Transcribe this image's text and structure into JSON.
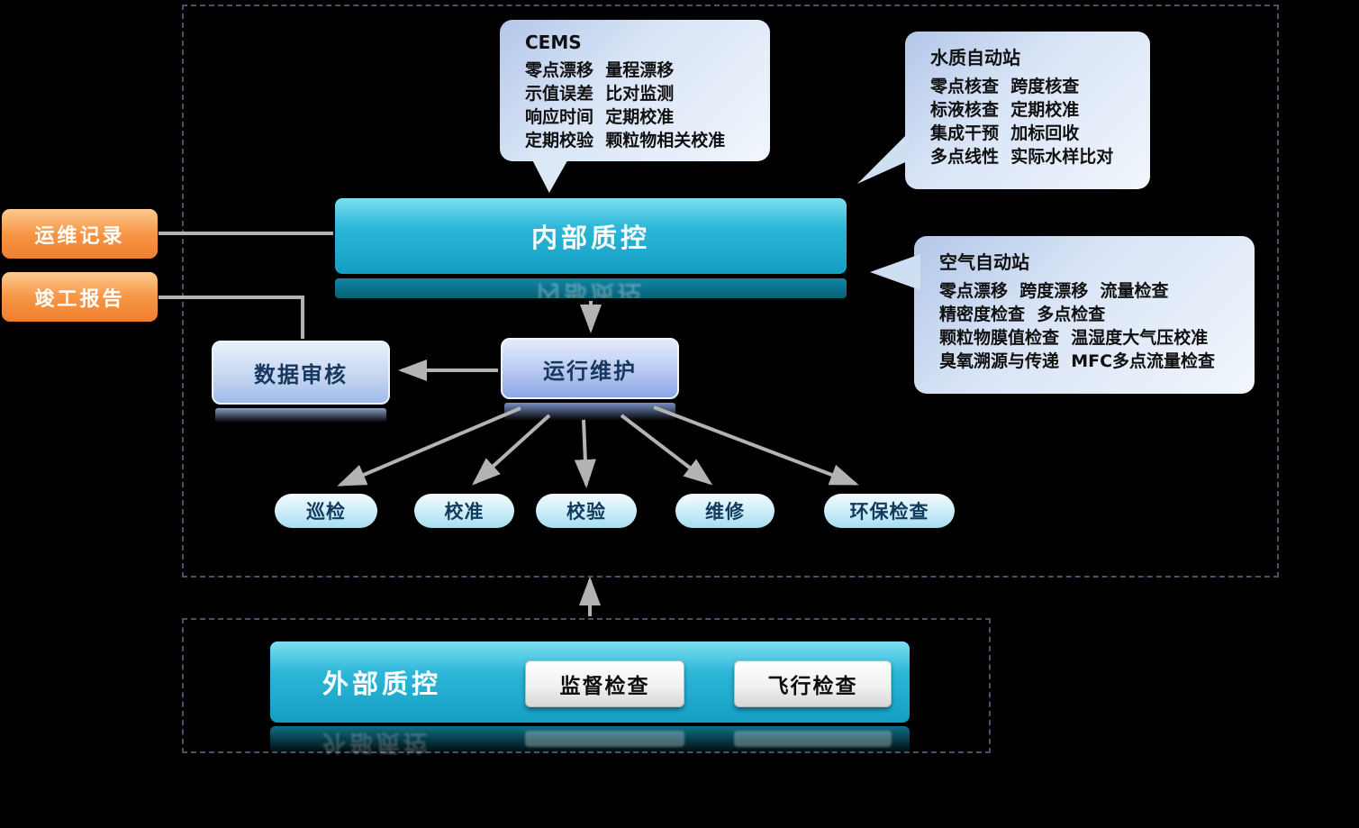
{
  "colors": {
    "background": "#000000",
    "dashed_border": "#44546a",
    "arrow_gray": "#b3b3b3",
    "teal_top": "#7edff2",
    "teal_bottom": "#149ec2",
    "orange": "#f79646",
    "light_blue_node": "#c6d7f2",
    "periwinkle_node": "#bccbf2",
    "pill_blue": "#a6def0",
    "callout_blue": "#cfdff2",
    "dark_text": "#17375e"
  },
  "callouts": {
    "cems": {
      "title": "CEMS",
      "lines": [
        "零点漂移  量程漂移",
        "示值误差  比对监测",
        "响应时间  定期校准",
        "定期校验  颗粒物相关校准"
      ]
    },
    "water_station": {
      "title": "水质自动站",
      "lines": [
        "零点核查  跨度核查",
        "标液核查  定期校准",
        "集成干预  加标回收",
        "多点线性  实际水样比对"
      ]
    },
    "air_station": {
      "title": "空气自动站",
      "lines": [
        "零点漂移  跨度漂移  流量检查",
        "精密度检查  多点检查",
        "颗粒物膜值检查  温湿度大气压校准",
        "臭氧溯源与传递  MFC多点流量检查"
      ]
    }
  },
  "side_labels": {
    "ops_record": "运维记录",
    "completion_report": "竣工报告"
  },
  "internal": {
    "title": "内部质控",
    "data_review": "数据审核",
    "operation_maintenance": "运行维护",
    "tasks": [
      "巡检",
      "校准",
      "校验",
      "维修",
      "环保检查"
    ]
  },
  "external": {
    "title": "外部质控",
    "supervision_check": "监督检查",
    "flight_check": "飞行检查"
  }
}
